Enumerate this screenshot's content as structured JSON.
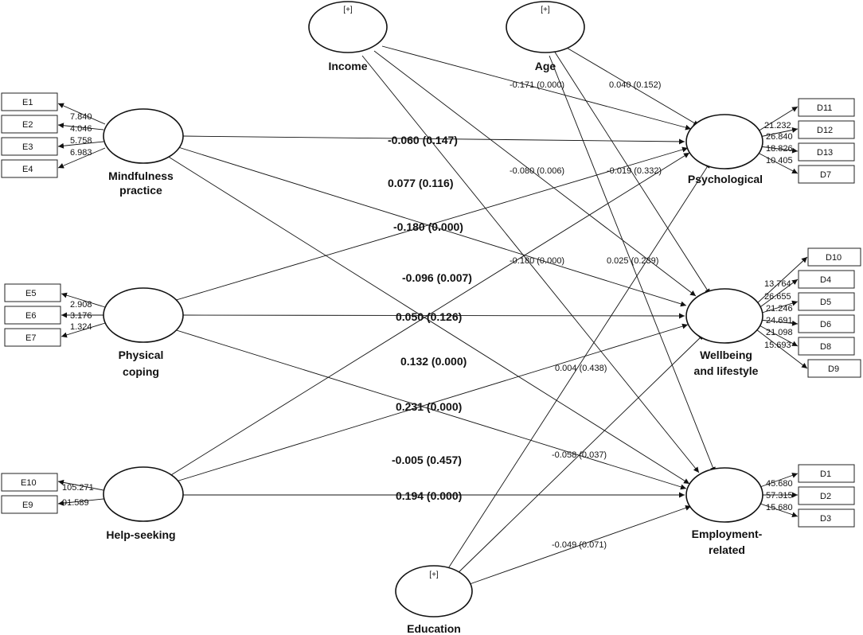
{
  "constructs": {
    "mindfulness": [
      "Mindfulness",
      "practice"
    ],
    "physical": [
      "Physical",
      "coping"
    ],
    "helpseeking": [
      "Help-seeking"
    ],
    "income": [
      "Income"
    ],
    "age": [
      "Age"
    ],
    "education": [
      "Education"
    ],
    "psychological": [
      "Psychological"
    ],
    "wellbeing": [
      "Wellbeing",
      "and lifestyle"
    ],
    "employment": [
      "Employment-",
      "related"
    ]
  },
  "collapsed_marker": "[+]",
  "indicators": {
    "E1": {
      "label": "E1",
      "loading": "7.840"
    },
    "E2": {
      "label": "E2",
      "loading": "4.046"
    },
    "E3": {
      "label": "E3",
      "loading": "5.758"
    },
    "E4": {
      "label": "E4",
      "loading": "6.983"
    },
    "E5": {
      "label": "E5",
      "loading": "2.908"
    },
    "E6": {
      "label": "E6",
      "loading": "3.176"
    },
    "E7": {
      "label": "E7",
      "loading": "1.324"
    },
    "E10": {
      "label": "E10",
      "loading": "105.271"
    },
    "E9": {
      "label": "E9",
      "loading": "91.589"
    },
    "D11": {
      "label": "D11",
      "loading": "21.232"
    },
    "D12": {
      "label": "D12",
      "loading": "26.840"
    },
    "D13": {
      "label": "D13",
      "loading": "18.826"
    },
    "D7": {
      "label": "D7",
      "loading": "10.405"
    },
    "D10": {
      "label": "D10",
      "loading": "13.764"
    },
    "D4": {
      "label": "D4",
      "loading": "26.655"
    },
    "D5": {
      "label": "D5",
      "loading": "21.246"
    },
    "D6": {
      "label": "D6",
      "loading": "24.691"
    },
    "D8": {
      "label": "D8",
      "loading": "21.098"
    },
    "D9": {
      "label": "D9",
      "loading": "15.693"
    },
    "D1": {
      "label": "D1",
      "loading": "45.680"
    },
    "D2": {
      "label": "D2",
      "loading": "57.315"
    },
    "D3": {
      "label": "D3",
      "loading": "15.680"
    }
  },
  "paths": {
    "mindfulness_psychological": "-0.060 (0.147)",
    "physical_psychological": "0.077 (0.116)",
    "mindfulness_wellbeing": "-0.180 (0.000)",
    "mindfulness_employment": "-0.096 (0.007)",
    "physical_wellbeing": "0.050 (0.126)",
    "helpseeking_psychological": "0.132 (0.000)",
    "helpseeking_wellbeing": "0.231 (0.000)",
    "physical_employment": "-0.005 (0.457)",
    "helpseeking_employment": "0.194 (0.000)",
    "income_psychological": "-0.171 (0.000)",
    "age_psychological": "0.040 (0.152)",
    "income_wellbeing": "-0.080 (0.006)",
    "age_wellbeing": "-0.019 (0.332)",
    "income_employment": "-0.180 (0.000)",
    "age_employment": "0.025 (0.239)",
    "education_psychological": "0.004 (0.438)",
    "education_wellbeing": "-0.058 (0.037)",
    "education_employment": "-0.049 (0.071)"
  }
}
